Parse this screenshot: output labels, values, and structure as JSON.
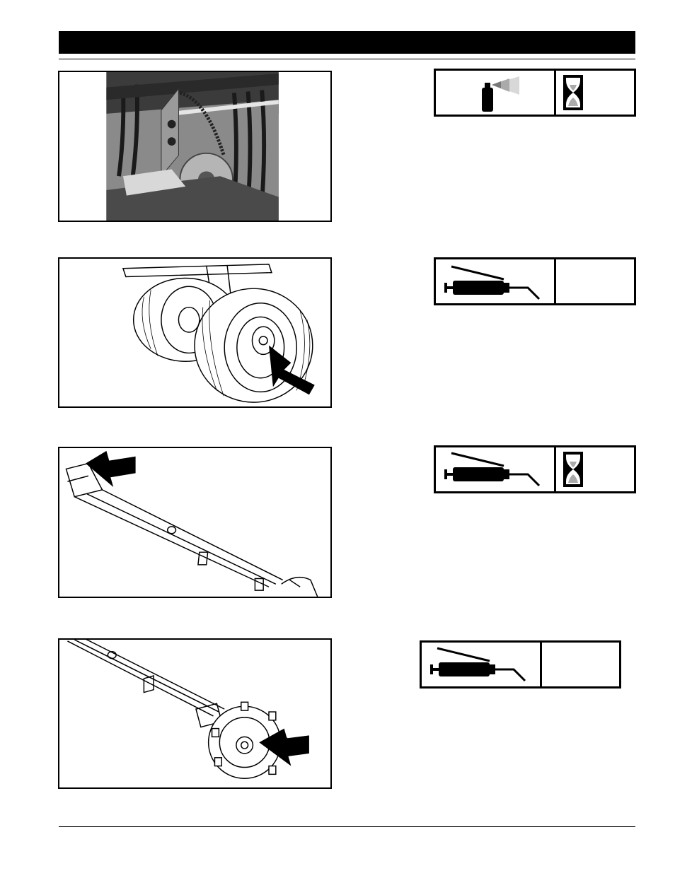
{
  "page": {
    "header_text": "",
    "footer_text": ""
  },
  "figures": [
    {
      "id": "fig-reel-drive-chain",
      "depicts": "photo-chain-sprocket"
    },
    {
      "id": "fig-gauge-wheels",
      "depicts": "drawing-wheel-hub",
      "arrow": true
    },
    {
      "id": "fig-shaft-front",
      "depicts": "drawing-drive-shaft-front",
      "arrow": true
    },
    {
      "id": "fig-shaft-rear",
      "depicts": "drawing-drive-shaft-sprocket",
      "arrow": true
    }
  ],
  "lubrication_boxes": [
    {
      "id": "lube-box-1",
      "method_icon": "spray-can-icon",
      "interval_icon": "hourglass-icon"
    },
    {
      "id": "lube-box-2",
      "method_icon": "grease-gun-icon",
      "interval_icon": ""
    },
    {
      "id": "lube-box-3",
      "method_icon": "grease-gun-icon",
      "interval_icon": "hourglass-icon"
    },
    {
      "id": "lube-box-4",
      "method_icon": "grease-gun-icon",
      "interval_icon": ""
    }
  ]
}
